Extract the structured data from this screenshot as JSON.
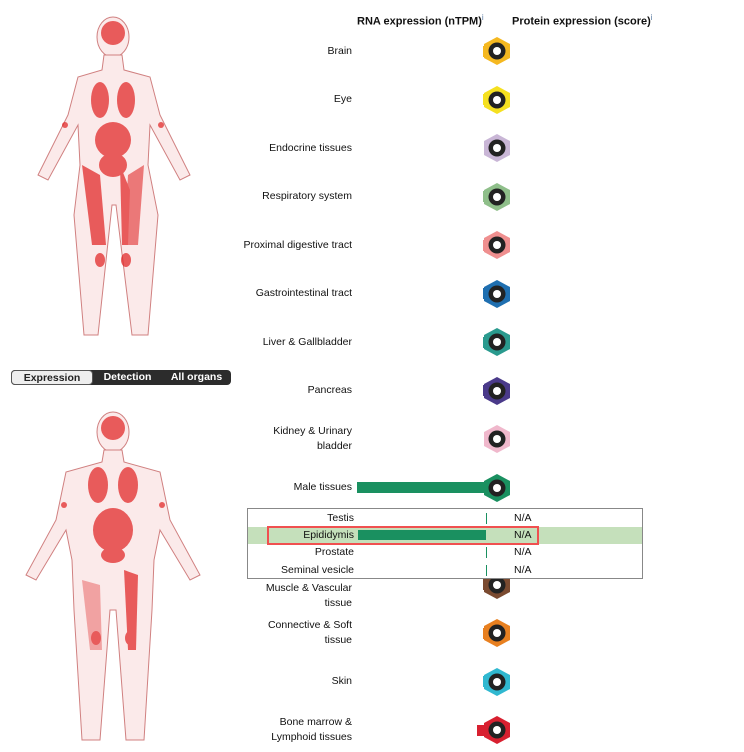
{
  "header": {
    "rna": "RNA expression (nTPM)",
    "protein": "Protein expression (score)",
    "info_mark": "i"
  },
  "toggle": {
    "items": [
      "Expression",
      "Detection",
      "All organs"
    ],
    "selected": "Expression"
  },
  "tissues": [
    {
      "label": "Brain",
      "color": "#f5b820",
      "icon": "brain-icon",
      "rna_bar": 0.01
    },
    {
      "label": "Eye",
      "color": "#f5e020",
      "icon": "eye-icon",
      "rna_bar": 0.005
    },
    {
      "label": "Endocrine tissues",
      "color": "#c9b6d6",
      "icon": "thyroid-icon",
      "rna_bar": 0
    },
    {
      "label": "Respiratory system",
      "color": "#8fbf8a",
      "icon": "lungs-icon",
      "rna_bar": 0.015
    },
    {
      "label": "Proximal digestive tract",
      "color": "#ef8f8f",
      "icon": "head-icon",
      "rna_bar": 0.01
    },
    {
      "label": "Gastrointestinal tract",
      "color": "#1f6fb0",
      "icon": "stomach-icon",
      "rna_bar": 0.015
    },
    {
      "label": "Liver & Gallbladder",
      "color": "#2a9a8e",
      "icon": "liver-icon",
      "rna_bar": 0.01
    },
    {
      "label": "Pancreas",
      "color": "#4a3a8a",
      "icon": "pancreas-icon",
      "rna_bar": 0.01
    },
    {
      "label": "Kidney & Urinary bladder",
      "color": "#f0b8cc",
      "icon": "kidney-icon",
      "rna_bar": 0
    },
    {
      "label": "Male tissues",
      "color": "#1a9060",
      "icon": "male-tissue-icon",
      "rna_bar": 1
    },
    {
      "label": "Muscle & Vascular tissue",
      "color": "#7a4a30",
      "icon": "heart-icon",
      "rna_bar": 0.01
    },
    {
      "label": "Connective & Soft tissue",
      "color": "#e88020",
      "icon": "adipose-icon",
      "rna_bar": 0.01
    },
    {
      "label": "Skin",
      "color": "#30b8d0",
      "icon": "skin-icon",
      "rna_bar": 0.01
    },
    {
      "label": "Bone marrow & Lymphoid tissues",
      "color": "#d82030",
      "icon": "bone-marrow-icon",
      "rna_bar": 0.06
    }
  ],
  "popup": {
    "rows": [
      {
        "label": "Testis",
        "rna_bar": 0,
        "protein": "N/A",
        "highlighted": false
      },
      {
        "label": "Epididymis",
        "rna_bar": 1,
        "protein": "N/A",
        "highlighted": true
      },
      {
        "label": "Prostate",
        "rna_bar": 0,
        "protein": "N/A",
        "highlighted": false
      },
      {
        "label": "Seminal vesicle",
        "rna_bar": 0,
        "protein": "N/A",
        "highlighted": false
      }
    ]
  },
  "colors": {
    "highlight_row": "#c5e0bb",
    "highlight_outline": "#f05050",
    "bar": "#1a9060",
    "organ_red": "#e02020"
  }
}
